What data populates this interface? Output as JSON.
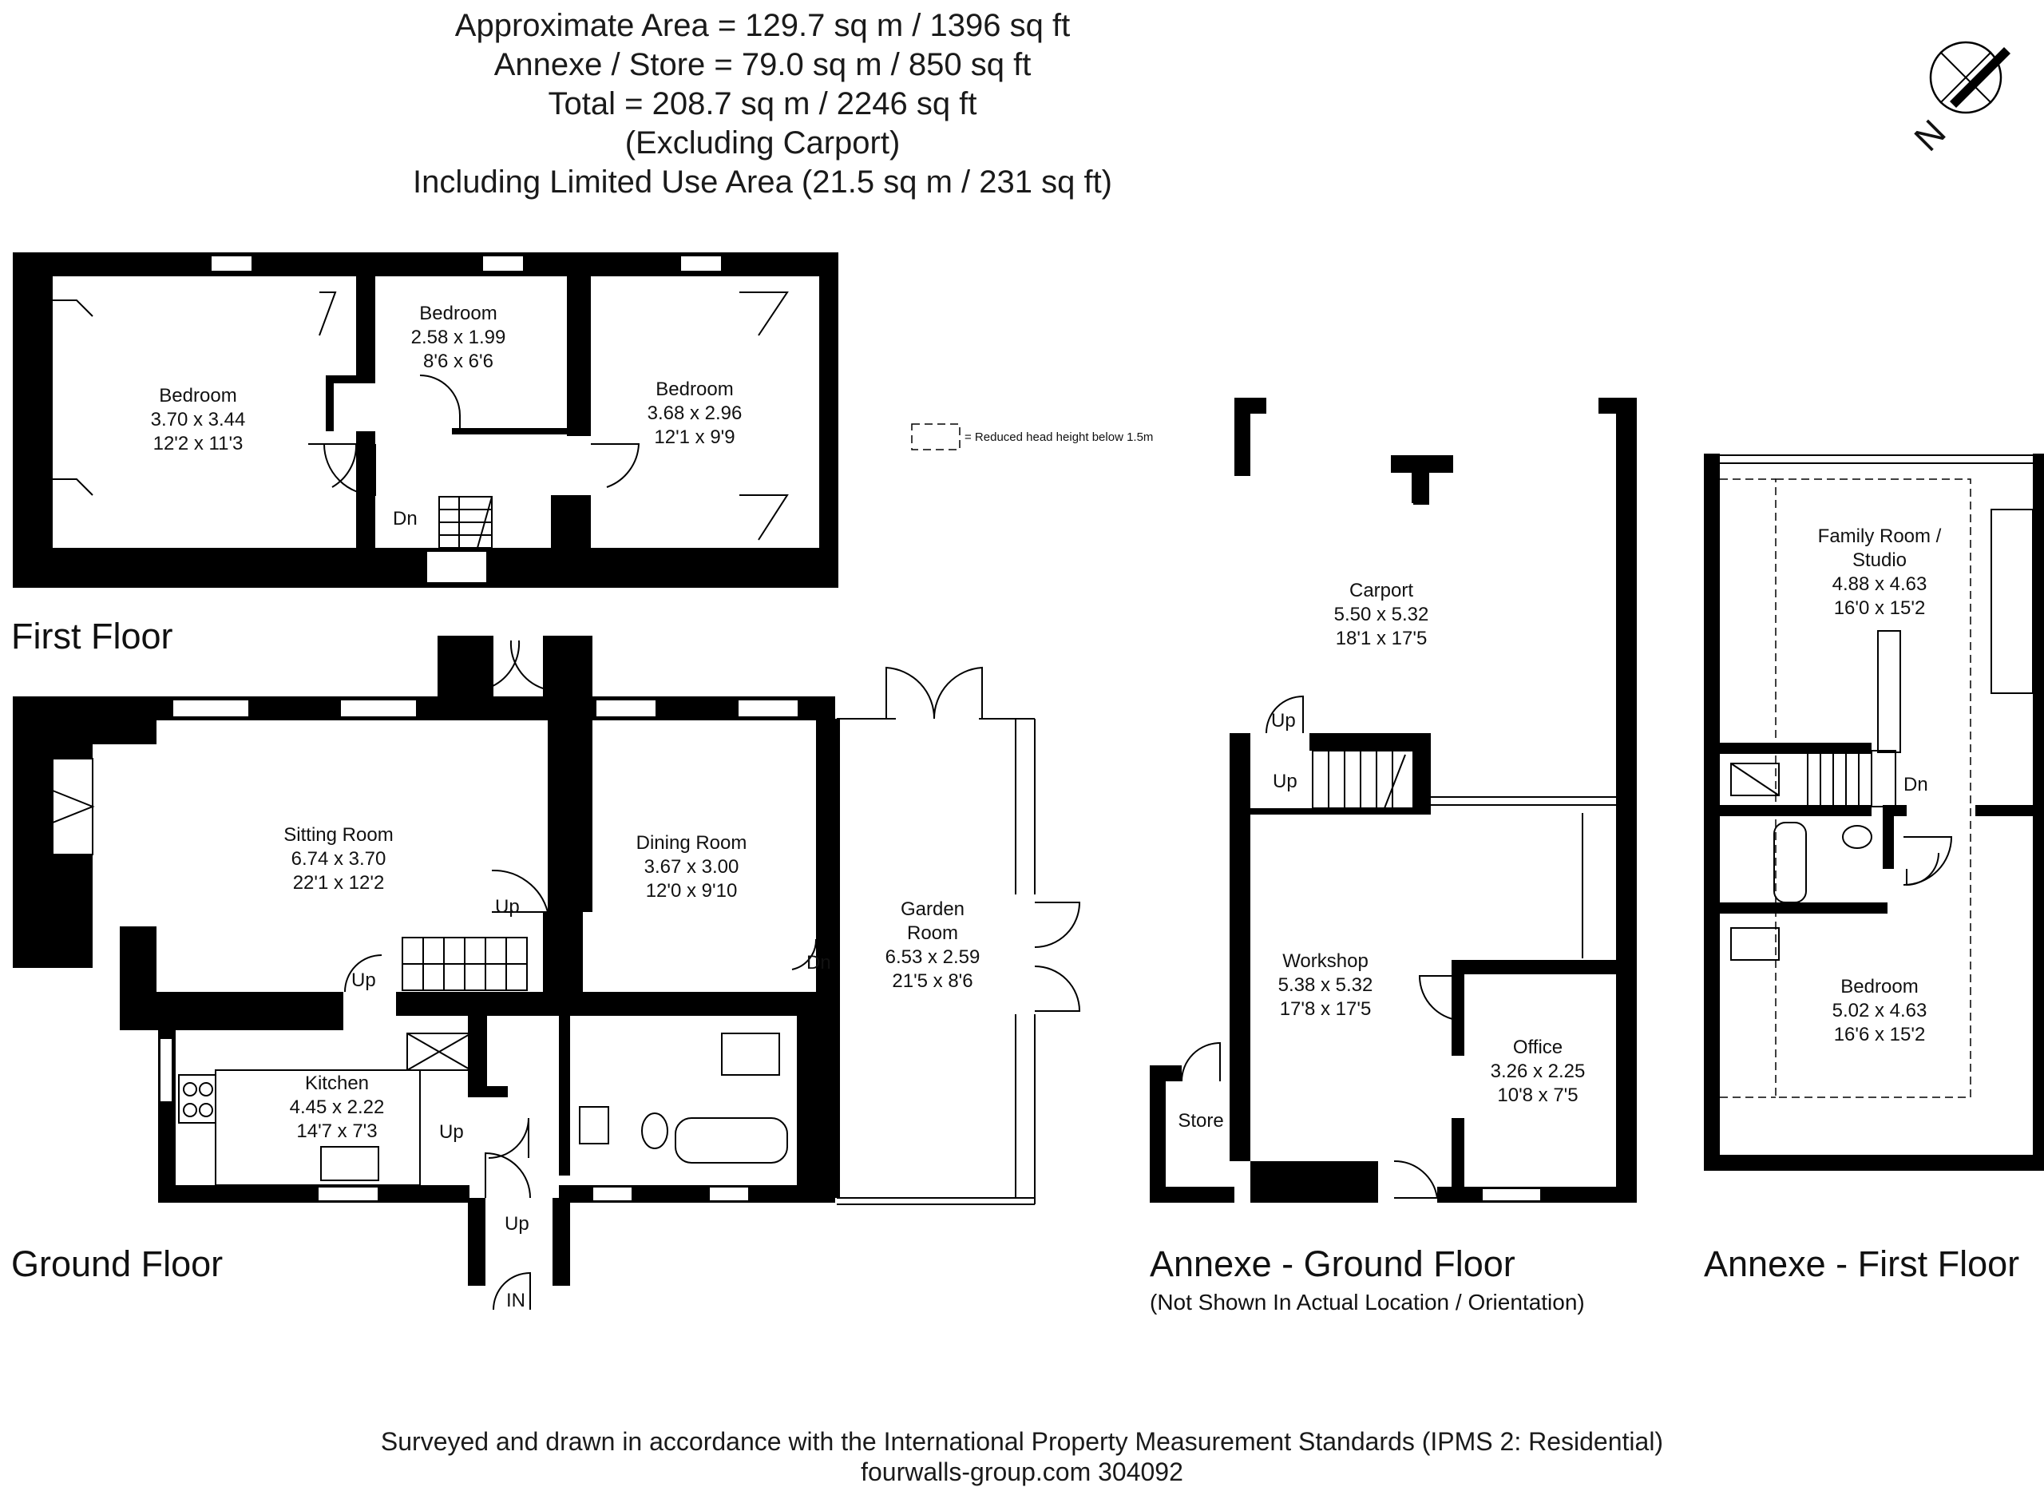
{
  "header": {
    "lines": [
      "Approximate  Area = 129.7 sq m / 1396 sq ft",
      "Annexe / Store = 79.0 sq m / 850 sq ft",
      "Total = 208.7 sq m / 2246 sq ft",
      "(Excluding Carport)",
      "Including Limited Use Area (21.5 sq m / 231 sq ft)"
    ]
  },
  "compass": {
    "label": "N",
    "icon": "north-arrow-icon"
  },
  "legend": {
    "text": "= Reduced head height below 1.5m"
  },
  "floors": {
    "first_floor": "First Floor",
    "ground_floor": "Ground Floor",
    "annexe_ground": "Annexe - Ground Floor",
    "annexe_ground_note": "(Not Shown In Actual Location / Orientation)",
    "annexe_first": "Annexe - First Floor"
  },
  "rooms": {
    "bedroom1": {
      "name": "Bedroom",
      "metric": "3.70 x 3.44",
      "imperial": "12'2 x 11'3"
    },
    "bedroom2": {
      "name": "Bedroom",
      "metric": "2.58 x 1.99",
      "imperial": "8'6 x 6'6"
    },
    "bedroom3": {
      "name": "Bedroom",
      "metric": "3.68 x 2.96",
      "imperial": "12'1 x 9'9"
    },
    "sitting": {
      "name": "Sitting Room",
      "metric": "6.74 x 3.70",
      "imperial": "22'1 x 12'2"
    },
    "dining": {
      "name": "Dining Room",
      "metric": "3.67 x 3.00",
      "imperial": "12'0 x 9'10"
    },
    "garden": {
      "name1": "Garden",
      "name2": "Room",
      "metric": "6.53 x 2.59",
      "imperial": "21'5 x 8'6"
    },
    "kitchen": {
      "name": "Kitchen",
      "metric": "4.45 x 2.22",
      "imperial": "14'7 x 7'3"
    },
    "carport": {
      "name": "Carport",
      "metric": "5.50 x 5.32",
      "imperial": "18'1 x 17'5"
    },
    "workshop": {
      "name": "Workshop",
      "metric": "5.38 x 5.32",
      "imperial": "17'8 x 17'5"
    },
    "office": {
      "name": "Office",
      "metric": "3.26 x 2.25",
      "imperial": "10'8 x 7'5"
    },
    "store": {
      "name": "Store"
    },
    "family": {
      "name1": "Family Room /",
      "name2": "Studio",
      "metric": "4.88 x 4.63",
      "imperial": "16'0 x 15'2"
    },
    "bedroom4": {
      "name": "Bedroom",
      "metric": "5.02 x 4.63",
      "imperial": "16'6 x 15'2"
    }
  },
  "stair_labels": {
    "dn": "Dn",
    "up": "Up",
    "in": "IN"
  },
  "footer": {
    "line1": "Surveyed and drawn in accordance with the International Property Measurement Standards (IPMS 2: Residential)",
    "line2": "fourwalls-group.com 304092"
  }
}
